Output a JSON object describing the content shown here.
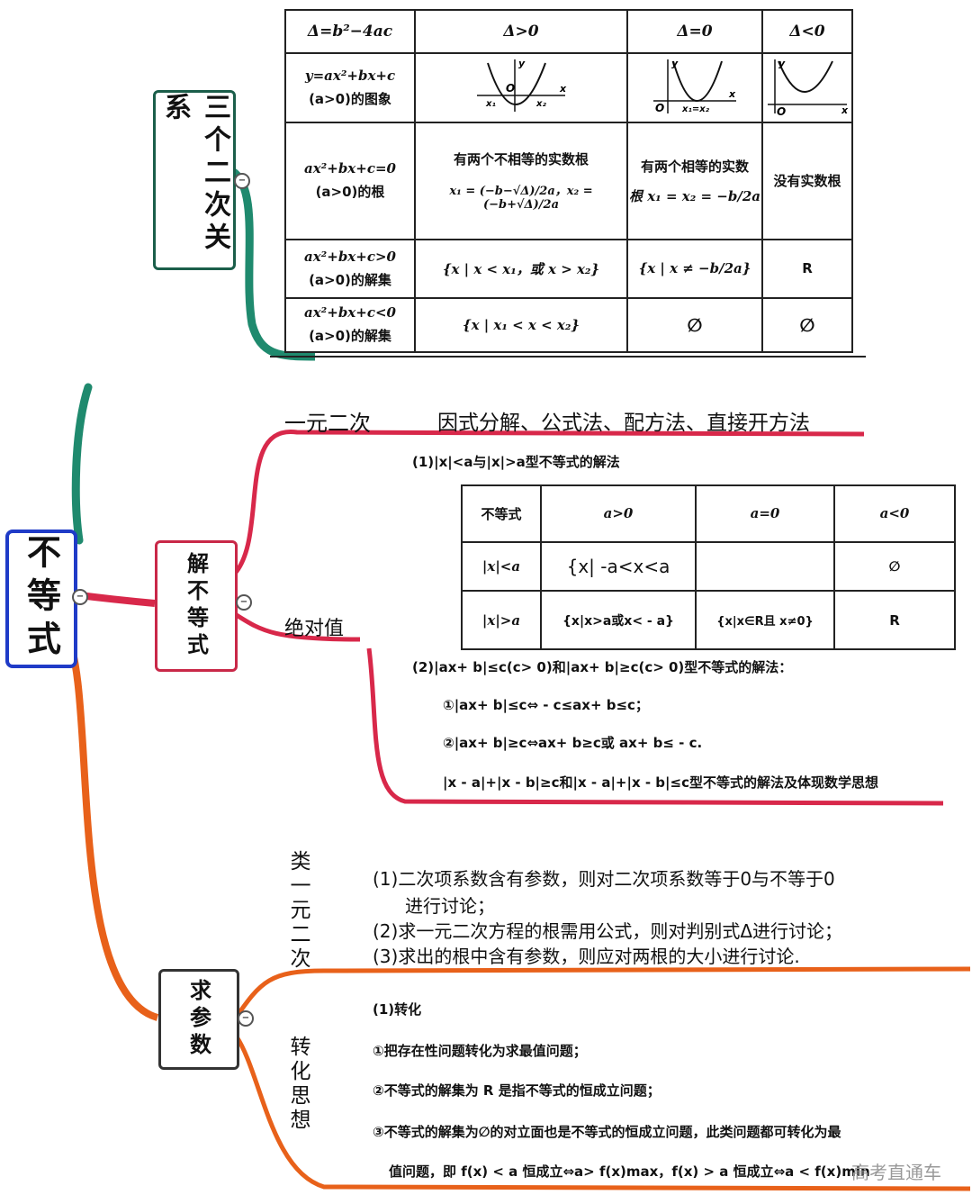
{
  "root": {
    "label": "不等式"
  },
  "branches": {
    "top": {
      "label": "三个二次关系"
    },
    "solve": {
      "label": "解不等式"
    },
    "param": {
      "label": "求参数"
    }
  },
  "quad_table": {
    "headers": [
      "Δ=b²−4ac",
      "Δ>0",
      "Δ=0",
      "Δ<0"
    ],
    "rows": [
      {
        "label_top": "y=ax²+bx+c",
        "label_bottom": "(a>0)的图象"
      },
      {
        "label_top": "ax²+bx+c=0",
        "label_bottom": "(a>0)的根",
        "c1_title": "有两个不相等的实数根",
        "c1_formula": "x₁ = (−b−√Δ)/2a，x₂ = (−b+√Δ)/2a",
        "c2_title": "有两个相等的实数",
        "c2_formula": "根 x₁ = x₂ = −b/2a",
        "c3": "没有实数根"
      },
      {
        "label_top": "ax²+bx+c>0",
        "label_bottom": "(a>0)的解集",
        "c1": "{x | x < x₁，或 x > x₂}",
        "c2": "{x | x ≠ −b/2a}",
        "c3": "R"
      },
      {
        "label_top": "ax²+bx+c<0",
        "label_bottom": "(a>0)的解集",
        "c1": "{x | x₁ < x < x₂}",
        "c2": "∅",
        "c3": "∅"
      }
    ],
    "graph_labels": {
      "y": "y",
      "x": "x",
      "o": "O",
      "x1": "x₁",
      "x2": "x₂",
      "x12": "x₁=x₂"
    }
  },
  "yiyuan": {
    "label": "一元二次",
    "content": "因式分解、公式法、配方法、直接开方法"
  },
  "abs": {
    "label": "绝对值",
    "part1_title": "(1)|x|<a与|x|>a型不等式的解法",
    "table": {
      "headers": [
        "不等式",
        "a>0",
        "a=0",
        "a<0"
      ],
      "rows": [
        [
          "|x|<a",
          "{x| -a<x<a",
          "",
          "∅"
        ],
        [
          "|x|>a",
          "{x|x>a或x< - a}",
          "{x|x∈R且 x≠0}",
          "R"
        ]
      ]
    },
    "part2_title": "(2)|ax+ b|≤c(c> 0)和|ax+ b|≥c(c> 0)型不等式的解法：",
    "part2_1": "①|ax+ b|≤c⇔ - c≤ax+ b≤c；",
    "part2_2": "②|ax+ b|≥c⇔ax+ b≥c或 ax+ b≤ - c.",
    "part3": "|x - a|+|x - b|≥c和|x - a|+|x - b|≤c型不等式的解法及体现数学思想"
  },
  "lei": {
    "label": "类一元二次",
    "line1": "(1)二次项系数含有参数，则对二次项系数等于0与不等于0",
    "line1b": "进行讨论；",
    "line2": "(2)求一元二次方程的根需用公式，则对判别式Δ进行讨论；",
    "line3": "(3)求出的根中含有参数，则应对两根的大小进行讨论."
  },
  "zhuan": {
    "label": "转化思想",
    "title": "(1)转化",
    "item1": "①把存在性问题转化为求最值问题；",
    "item2": "②不等式的解集为 R 是指不等式的恒成立问题；",
    "item3": "③不等式的解集为∅的对立面也是不等式的恒成立问题，此类问题都可转化为最",
    "item4": "值问题，即 f(x) < a 恒成立⇔a> f(x)max，f(x) > a 恒成立⇔a < f(x)min"
  },
  "watermark": "高考直通车",
  "colors": {
    "root": "#1f3bc7",
    "green": "#1f8a6e",
    "red": "#d8284a",
    "orange": "#e8611a"
  }
}
